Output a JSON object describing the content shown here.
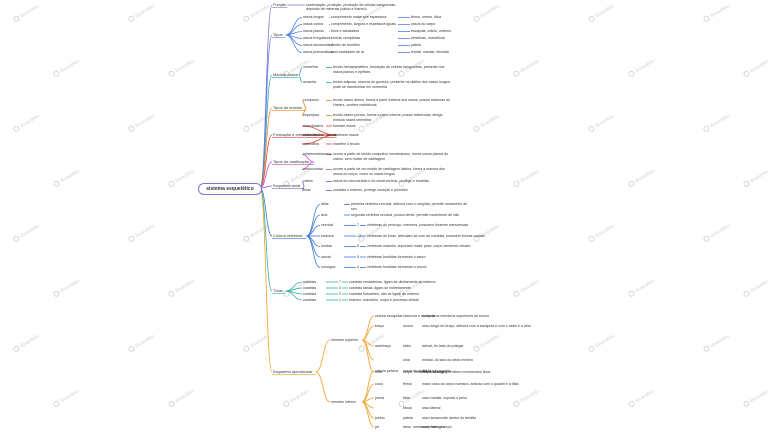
{
  "root": {
    "label": "sistema esquelético"
  },
  "watermark": "BoardMix",
  "colors": {
    "funcao": "#8a6fd1",
    "tipos": "#4f7fe0",
    "medula": "#2fa7b8",
    "tecidos": "#f08a2a",
    "formacao": "#e0413a",
    "ossificacao": "#c050d0",
    "esqueleto": "#7a5cc8",
    "axial": "#3a78d8",
    "tipos2": "#2fb0a0",
    "apendicular": "#f0a020"
  },
  "branches": {
    "funcao": {
      "label": "Função",
      "text": "sustentação, proteção, produção de células sanguíneas, depósito de minerais (cálcio e fósforo)"
    },
    "tipos": {
      "label": "Tipos",
      "items": [
        {
          "label": "ossos longos",
          "desc": "comprimento maior que espessura",
          "ex": "fêmur, úmero, tíbia"
        },
        {
          "label": "ossos curtos",
          "desc": "comprimento, largura e espessura iguais",
          "ex": "ossos do carpo"
        },
        {
          "label": "ossos planos",
          "desc": "finos e achatados",
          "ex": "escápula, crânio, esterno"
        },
        {
          "label": "ossos irregulares",
          "desc": "formas complexas",
          "ex": "vértebras, mandíbula"
        },
        {
          "label": "ossos sesamoides",
          "desc": "dentro de tendões",
          "ex": "patela"
        },
        {
          "label": "ossos pneumáticos",
          "desc": "com cavidades de ar",
          "ex": "frontal, maxilar, etmoide"
        }
      ]
    },
    "medula": {
      "label": "Medula óssea",
      "items": [
        {
          "label": "vermelha",
          "text": "tecido hematopoiético, formação de células sanguíneas, presente nos ossos planos e epífises"
        },
        {
          "label": "amarela",
          "text": "tecido adiposo, reserva de gordura, presente na diáfise dos ossos longos, pode se transformar em vermelha"
        }
      ]
    },
    "tecidos": {
      "label": "Tipos de tecidos",
      "items": [
        {
          "label": "compacto",
          "text": "tecido ósseo denso, forma a parte externa dos ossos, possui sistemas de Havers, confere resistência"
        },
        {
          "label": "esponjoso",
          "text": "tecido ósseo poroso, forma a parte interna, possui trabéculas, abriga medula óssea vermelha"
        }
      ]
    },
    "formacao": {
      "label": "Formação e crescimento dos ossos",
      "items": [
        {
          "label": "osteoblastos",
          "text": "formam ossos"
        },
        {
          "label": "osteoclastos",
          "text": "destroem ossos"
        },
        {
          "label": "osteócitos",
          "text": "mantêm o tecido"
        }
      ]
    },
    "ossificacao": {
      "label": "Tipos de ossificação",
      "items": [
        {
          "label": "intramembranosa",
          "text": "ocorre a partir de tecido conjuntivo membranoso, forma ossos planos do crânio, sem molde de cartilagem"
        },
        {
          "label": "endocondral",
          "text": "ocorre a partir de um molde de cartilagem hialina, forma a maioria dos ossos do corpo, como os ossos longos"
        }
      ]
    },
    "esqueleto": {
      "label": "Esqueleto axial",
      "items": [
        {
          "label": "crânio",
          "text": "ossos do neurocrânio e do viscerocrânio, protege o encéfalo"
        },
        {
          "label": "tórax",
          "text": "costelas e esterno, protege coração e pulmões"
        }
      ]
    },
    "axial": {
      "label": "Coluna vertebral",
      "items": [
        {
          "label": "atlas",
          "text": "primeira vértebra cervical, articula com o occipital, permite movimento de sim"
        },
        {
          "label": "áxis",
          "text": "segunda vértebra cervical, possui dente, permite movimento de não"
        },
        {
          "label": "cervical",
          "num": "7",
          "text": "vértebras do pescoço, menores, possuem forames transversais"
        },
        {
          "label": "torácica",
          "num": "12",
          "text": "vértebras do tórax, articulam-se com as costelas, possuem fóveas costais"
        },
        {
          "label": "lombar",
          "num": "5",
          "text": "vértebras maiores, suportam maior peso, corpo vertebral robusto"
        },
        {
          "label": "sacral",
          "num": "5",
          "text": "vértebras fundidas formando o sacro"
        },
        {
          "label": "coccígea",
          "num": "4",
          "text": "vértebras fundidas formando o cóccix"
        }
      ]
    },
    "tipos2": {
      "label": "Tórax",
      "items": [
        {
          "label": "costelas",
          "num": "7",
          "text": "costelas verdadeiras, ligam-se diretamente ao esterno"
        },
        {
          "label": "costelas",
          "num": "3",
          "text": "costelas falsas, ligam-se indiretamente"
        },
        {
          "label": "costelas",
          "num": "2",
          "text": "costelas flutuantes, não se ligam ao esterno"
        },
        {
          "label": "costelas",
          "num": "1",
          "text": "esterno: manúbrio, corpo e processo xifoide"
        }
      ]
    },
    "apendicular": {
      "label": "Esqueleto apendicular",
      "upper": {
        "label": "membro superior",
        "items": [
          {
            "label": "cintura escapular",
            "sub": "clavícula e escápula",
            "text": "conecta os membros superiores ao tronco"
          },
          {
            "label": "braço",
            "sub": "úmero",
            "text": "osso longo do braço, articula com a escápula e com o rádio e a ulna"
          },
          {
            "label": "antebraço",
            "sub": "rádio",
            "text": "lateral, do lado do polegar"
          },
          {
            "label": "",
            "sub": "ulna",
            "text": "medial, do lado do dedo mínimo"
          },
          {
            "label": "mão",
            "sub": "carpo, metacarpo, falanges",
            "text": "ossos da mão, permitem movimentos finos"
          }
        ]
      },
      "lower": {
        "label": "membro inferior",
        "items": [
          {
            "label": "cintura pélvica",
            "sub": "ossos do quadril",
            "text": "ílio, ísquio e púbis"
          },
          {
            "label": "coxa",
            "sub": "fêmur",
            "text": "maior osso do corpo humano, articula com o quadril e a tíbia"
          },
          {
            "label": "perna",
            "sub": "tíbia",
            "text": "osso medial, suporta o peso"
          },
          {
            "label": "",
            "sub": "fíbula",
            "text": "osso lateral"
          },
          {
            "label": "joelho",
            "sub": "patela",
            "text": "osso sesamoide dentro do tendão"
          },
          {
            "label": "pé",
            "sub": "tarso, metatarso, falanges",
            "text": "sustentam o corpo"
          }
        ]
      }
    }
  }
}
